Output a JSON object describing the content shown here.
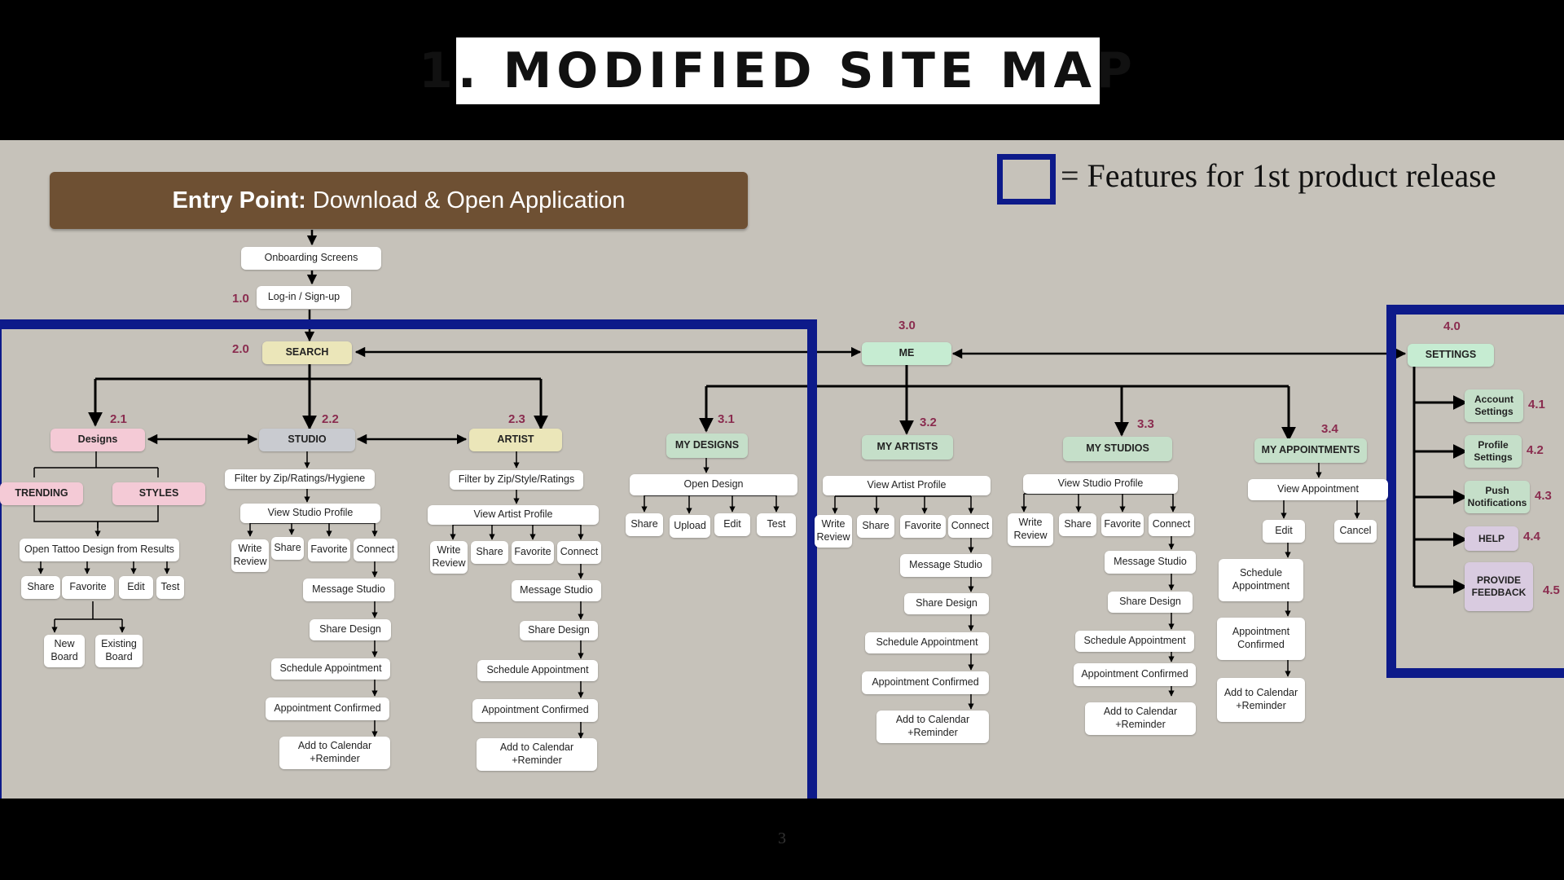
{
  "title": "1. MODIFIED SITE MAP",
  "page_number": "3",
  "legend": "= Features for 1st product release",
  "entry_point": {
    "bold": "Entry Point:",
    "text": "Download & Open Application"
  },
  "nodes": {
    "onboarding": "Onboarding Screens",
    "login": "Log-in / Sign-up",
    "search": "SEARCH",
    "designs": "Designs",
    "trending": "TRENDING",
    "styles": "STYLES",
    "open_tattoo": "Open Tattoo Design from Results",
    "d_share": "Share",
    "d_favorite": "Favorite",
    "d_edit": "Edit",
    "d_test": "Test",
    "new_board": "New Board",
    "existing_board": "Existing Board",
    "studio": "STUDIO",
    "studio_filter": "Filter by Zip/Ratings/Hygiene",
    "view_studio_profile": "View Studio Profile",
    "s_write_review": "Write Review",
    "s_share": "Share",
    "s_favorite": "Favorite",
    "s_connect": "Connect",
    "s_message": "Message Studio",
    "s_share_design": "Share Design",
    "s_schedule": "Schedule Appointment",
    "s_confirmed": "Appointment Confirmed",
    "s_calendar": "Add to Calendar +Reminder",
    "artist": "ARTIST",
    "artist_filter": "Filter by Zip/Style/Ratings",
    "view_artist_profile": "View Artist Profile",
    "a_write_review": "Write Review",
    "a_share": "Share",
    "a_favorite": "Favorite",
    "a_connect": "Connect",
    "a_message": "Message Studio",
    "a_share_design": "Share Design",
    "a_schedule": "Schedule Appointment",
    "a_confirmed": "Appointment Confirmed",
    "a_calendar": "Add to Calendar +Reminder",
    "me": "ME",
    "my_designs": "MY DESIGNS",
    "open_design": "Open Design",
    "md_share": "Share",
    "md_upload": "Upload",
    "md_edit": "Edit",
    "md_test": "Test",
    "my_artists": "MY ARTISTS",
    "ma_view": "View Artist Profile",
    "ma_write_review": "Write Review",
    "ma_share": "Share",
    "ma_favorite": "Favorite",
    "ma_connect": "Connect",
    "ma_message": "Message Studio",
    "ma_share_design": "Share Design",
    "ma_schedule": "Schedule Appointment",
    "ma_confirmed": "Appointment Confirmed",
    "ma_calendar": "Add to Calendar +Reminder",
    "my_studios": "MY STUDIOS",
    "ms_view": "View Studio Profile",
    "ms_write_review": "Write Review",
    "ms_share": "Share",
    "ms_favorite": "Favorite",
    "ms_connect": "Connect",
    "ms_message": "Message Studio",
    "ms_share_design": "Share Design",
    "ms_schedule": "Schedule Appointment",
    "ms_confirmed": "Appointment Confirmed",
    "ms_calendar": "Add to Calendar +Reminder",
    "my_appointments": "MY APPOINTMENTS",
    "mp_view": "View Appointment",
    "mp_edit": "Edit",
    "mp_cancel": "Cancel",
    "mp_schedule": "Schedule Appointment",
    "mp_confirmed": "Appointment Confirmed",
    "mp_calendar": "Add to Calendar +Reminder",
    "settings": "SETTINGS",
    "account_settings": "Account Settings",
    "profile_settings": "Profile Settings",
    "push_notifications": "Push Notifications",
    "help": "HELP",
    "provide_feedback": "PROVIDE FEEDBACK"
  },
  "numbers": {
    "n1_0": "1.0",
    "n2_0": "2.0",
    "n2_1": "2.1",
    "n2_2": "2.2",
    "n2_3": "2.3",
    "n3_0": "3.0",
    "n3_1": "3.1",
    "n3_2": "3.2",
    "n3_3": "3.3",
    "n3_4": "3.4",
    "n4_0": "4.0",
    "n4_1": "4.1",
    "n4_2": "4.2",
    "n4_3": "4.3",
    "n4_4": "4.4",
    "n4_5": "4.5"
  },
  "colors": {
    "frame": "#0d1a8a",
    "entry": "#6e5033",
    "background": "#c6c2ba",
    "pink": "#f4cad6",
    "gray": "#c9cbd0",
    "yellow": "#ebe6b9",
    "mint": "#c6ecd2",
    "green": "#c5dfc9",
    "lavender": "#d9cbe0",
    "number": "#8a2c4f"
  }
}
